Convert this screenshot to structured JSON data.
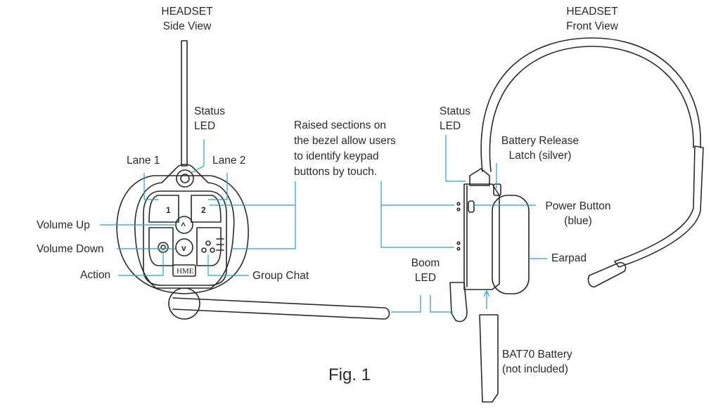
{
  "side_view": {
    "title": "HEADSET\nSide View",
    "keypad": {
      "lane1_key": "1",
      "lane2_key": "2",
      "up_key": "^",
      "down_key": "v",
      "brand": "HME"
    }
  },
  "front_view": {
    "title": "HEADSET\nFront View"
  },
  "labels": {
    "status_led": "Status\nLED",
    "lane1": "Lane 1",
    "lane2": "Lane 2",
    "raised_sections": "Raised sections on\nthe bezel allow users\nto identify keypad\nbuttons by touch.",
    "volume_up": "Volume Up",
    "volume_down": "Volume Down",
    "action": "Action",
    "group_chat": "Group Chat",
    "status_led_front": "Status\nLED",
    "battery_release": "Battery Release\nLatch (silver)",
    "power_button": "Power Button\n(blue)",
    "earpad": "Earpad",
    "boom_led": "Boom\nLED",
    "bat70": "BAT70 Battery\n(not included)"
  },
  "caption": "Fig. 1",
  "colors": {
    "leader": "#1ba3d6",
    "outline": "#2a2a2a",
    "text": "#2a2a2a"
  }
}
